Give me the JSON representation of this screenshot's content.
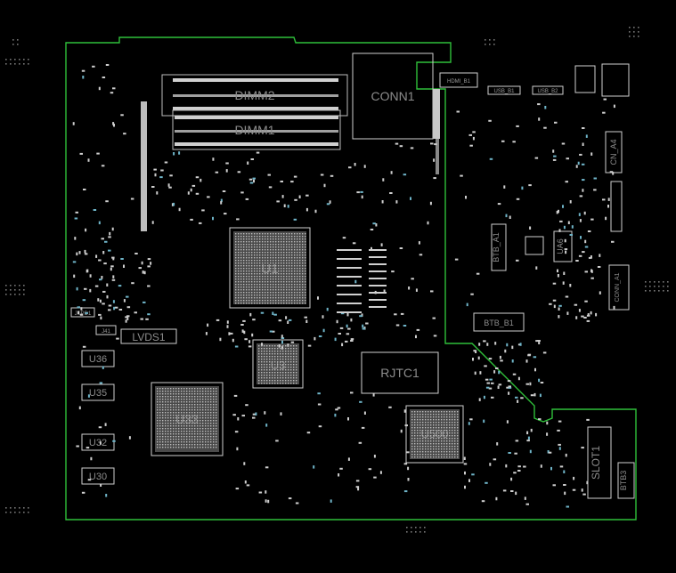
{
  "outline_color": "#2fbf3a",
  "labels": {
    "dimm2": "DIMM2",
    "dimm1": "DIMM1",
    "conn1": "CONN1",
    "hdmi_b1": "HDMI_B1",
    "usb_b1": "USB_B1",
    "usb_b2": "USB_B2",
    "cn_a4": "CN_A4",
    "btb_a1": "BTB_A1",
    "ua6": "UA6",
    "conn_a1": "CONN_A1",
    "btb_b1": "BTB_B1",
    "u1": "U1",
    "u3": "U3",
    "u33": "U33",
    "rjtc1": "RJTC1",
    "u500": "U500",
    "slot1": "SLOT1",
    "btb3": "BTB3",
    "lvds1": "LVDS1",
    "u36": "U36",
    "u35": "U35",
    "u32": "U32",
    "u30": "U30",
    "jspd1": "JSPD1",
    "j41": "J41"
  }
}
